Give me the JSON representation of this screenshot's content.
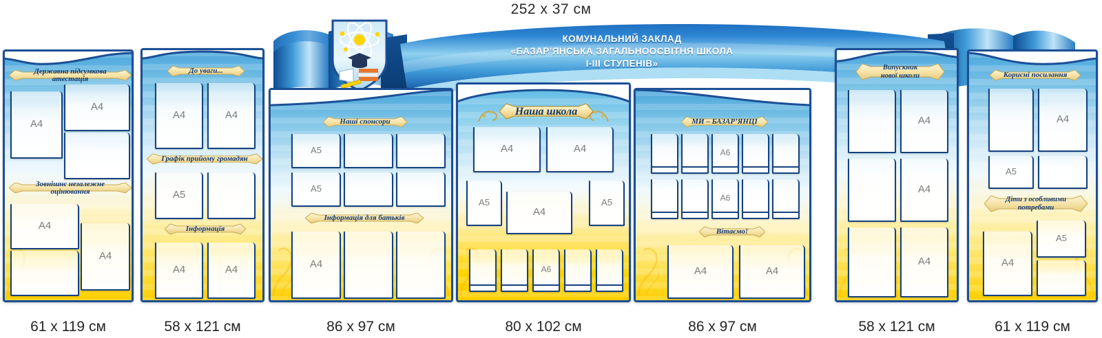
{
  "top_caption": "252 x  37 см",
  "colors": {
    "frame_blue": "#1b4f96",
    "panel_blue": "#4aa6dc",
    "panel_yellow": "#ffcf00",
    "plaque_gold": "#f3dfa0",
    "title_text": "#ffffff",
    "pocket_label": "#7b7b7b"
  },
  "header": {
    "crest_icon": "school-crest-icon",
    "ribbon_icon": "ribbon-banner-icon",
    "title_lines": [
      "КОМУНАЛЬНИЙ ЗАКЛАД",
      "«БАЗАР’ЯНСЬКА ЗАГАЛЬНООСВІТНЯ ШКОЛА",
      "I-III СТУПЕНІВ»"
    ]
  },
  "panels": [
    {
      "id": "panel-1",
      "dimension": "61 x 119 см",
      "plaques": [
        "Державна підсумкова атестація",
        "Зовнішнє незалежне оцінювання"
      ],
      "pockets": [
        "A4",
        "A4",
        "",
        "A4",
        "A4",
        ""
      ]
    },
    {
      "id": "panel-2",
      "dimension": "58 x 121 см",
      "plaques": [
        "До уваги...",
        "Графік прийому громадян",
        "Інформація"
      ],
      "pockets": [
        "A4",
        "A4",
        "A5",
        "",
        "A4",
        "A4"
      ]
    },
    {
      "id": "panel-3",
      "dimension": "86 x 97 см",
      "plaques": [
        "Наші спонсори",
        "Інформація для батьків"
      ],
      "pockets": [
        "A5",
        "",
        "",
        "A5",
        "",
        "",
        "A4",
        "",
        ""
      ]
    },
    {
      "id": "panel-4",
      "dimension": "80 x 102 см",
      "plaques": [
        "Наша школа"
      ],
      "pockets": [
        "A4",
        "A4",
        "A5",
        "A4",
        "A5",
        "",
        "",
        "A6",
        "",
        ""
      ]
    },
    {
      "id": "panel-5",
      "dimension": "86 x 97 см",
      "plaques": [
        "МИ – БАЗАР’ЯНЦІ",
        "Вітаємо!"
      ],
      "pockets": [
        "",
        "",
        "A6",
        "",
        "",
        "",
        "",
        "A6",
        "",
        "",
        "A4",
        "A4"
      ]
    },
    {
      "id": "panel-6",
      "dimension": "58 x 121 см",
      "plaques": [
        "Випускник\nнової школи"
      ],
      "pockets": [
        "",
        "A4",
        "",
        "A4",
        "",
        "A4"
      ]
    },
    {
      "id": "panel-7",
      "dimension": "61 x 119 см",
      "plaques": [
        "Корисні посилання",
        "Діти з особливими\nпотребами"
      ],
      "pockets": [
        "",
        "A4",
        "A5",
        "",
        "A4",
        "A5",
        ""
      ]
    }
  ]
}
